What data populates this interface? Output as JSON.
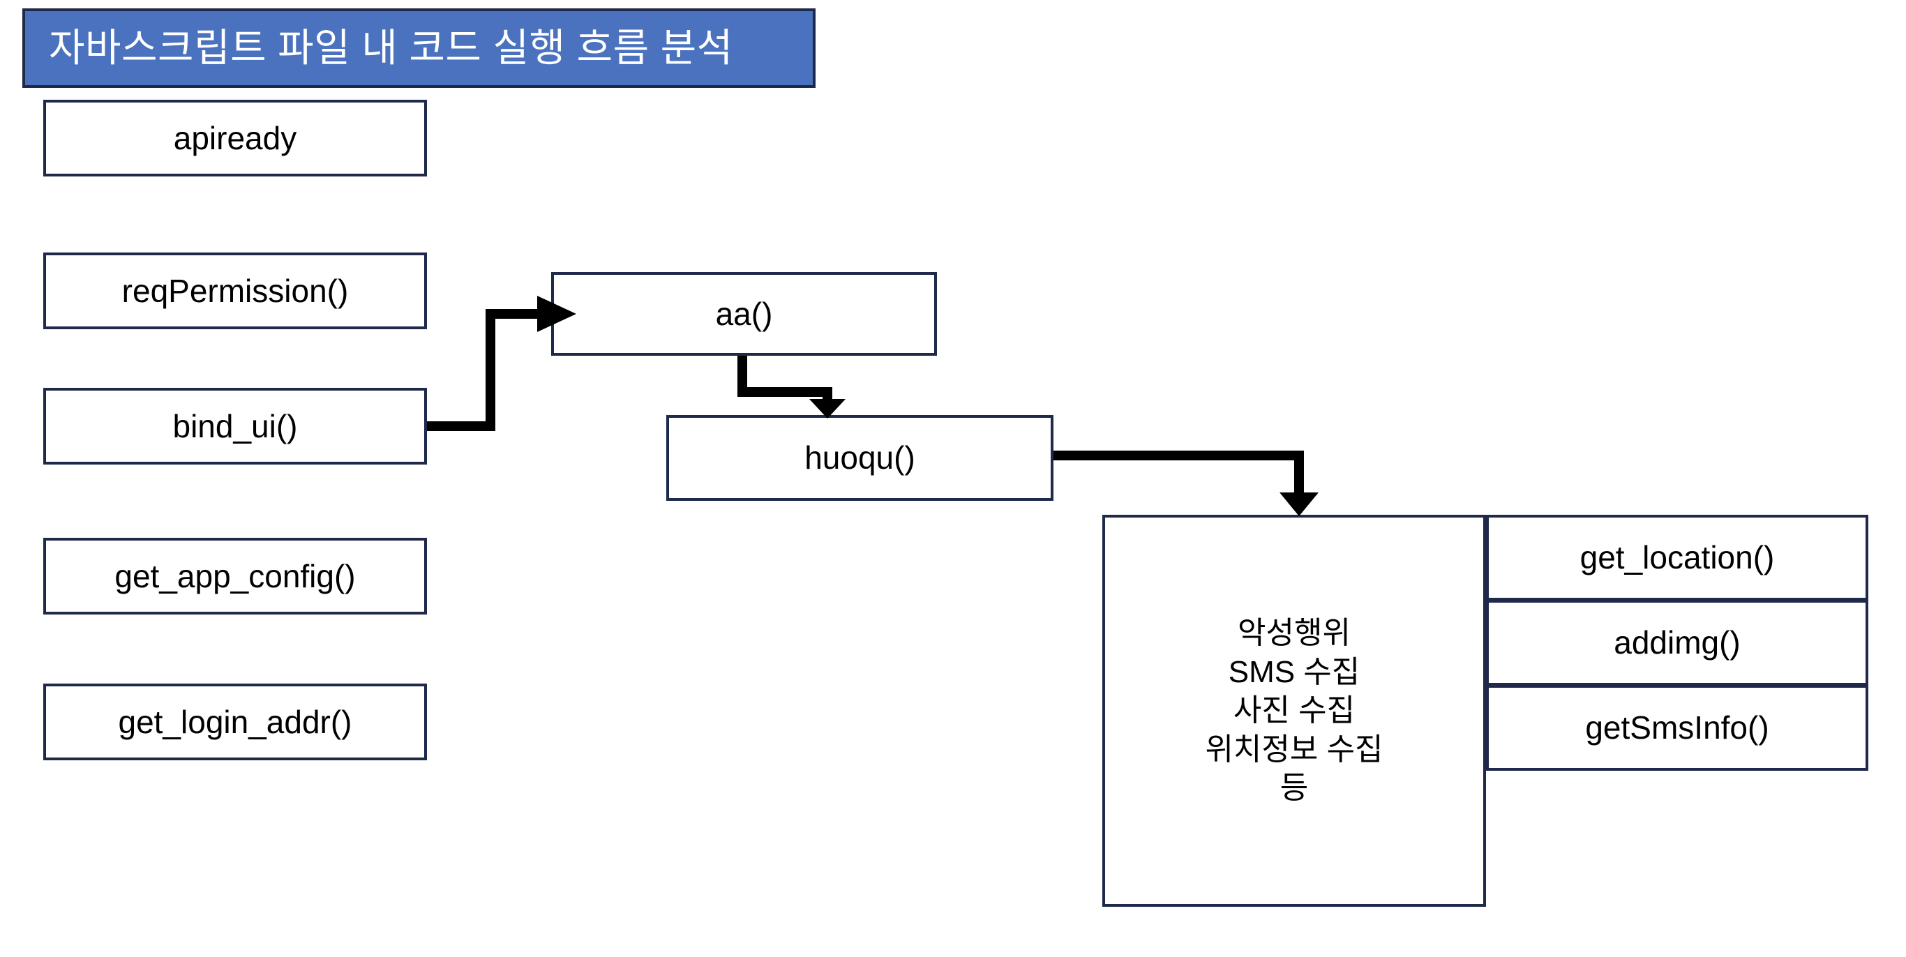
{
  "title": {
    "text": "자바스크립트 파일 내 코드 실행 흐름 분석",
    "background_color": "#4A72BF",
    "border_color": "#1F2A4A",
    "text_color": "#FFFFFF"
  },
  "theme": {
    "node_border_color": "#1F2A4A",
    "node_fill_color": "#FFFFFF",
    "connector_color": "#000000",
    "page_background": "#FFFFFF"
  },
  "diagram": {
    "type": "flow",
    "entry_nodes": [
      {
        "id": "apiready",
        "label": "apiready"
      },
      {
        "id": "reqPermission",
        "label": "reqPermission()"
      },
      {
        "id": "bind_ui",
        "label": "bind_ui()"
      },
      {
        "id": "get_app_config",
        "label": "get_app_config()"
      },
      {
        "id": "get_login_addr",
        "label": "get_login_addr()"
      }
    ],
    "middle_nodes": [
      {
        "id": "aa",
        "label": "aa()"
      },
      {
        "id": "huoqu",
        "label": "huoqu()"
      }
    ],
    "malicious_node": {
      "id": "malicious",
      "label": "악성행위\nSMS 수집\n사진 수집\n위치정보 수집\n등",
      "lines": [
        "악성행위",
        "SMS 수집",
        "사진 수집",
        "위치정보 수집",
        "등"
      ]
    },
    "api_nodes": [
      {
        "id": "get_location",
        "label": "get_location()"
      },
      {
        "id": "addimg",
        "label": "addimg()"
      },
      {
        "id": "getSmsInfo",
        "label": "getSmsInfo()"
      }
    ],
    "edges": [
      {
        "from": "bind_ui",
        "to": "aa",
        "style": "orthogonal",
        "arrow": "end"
      },
      {
        "from": "aa",
        "to": "huoqu",
        "style": "orthogonal",
        "arrow": "end"
      },
      {
        "from": "huoqu",
        "to": "malicious",
        "style": "orthogonal",
        "arrow": "end"
      }
    ]
  }
}
